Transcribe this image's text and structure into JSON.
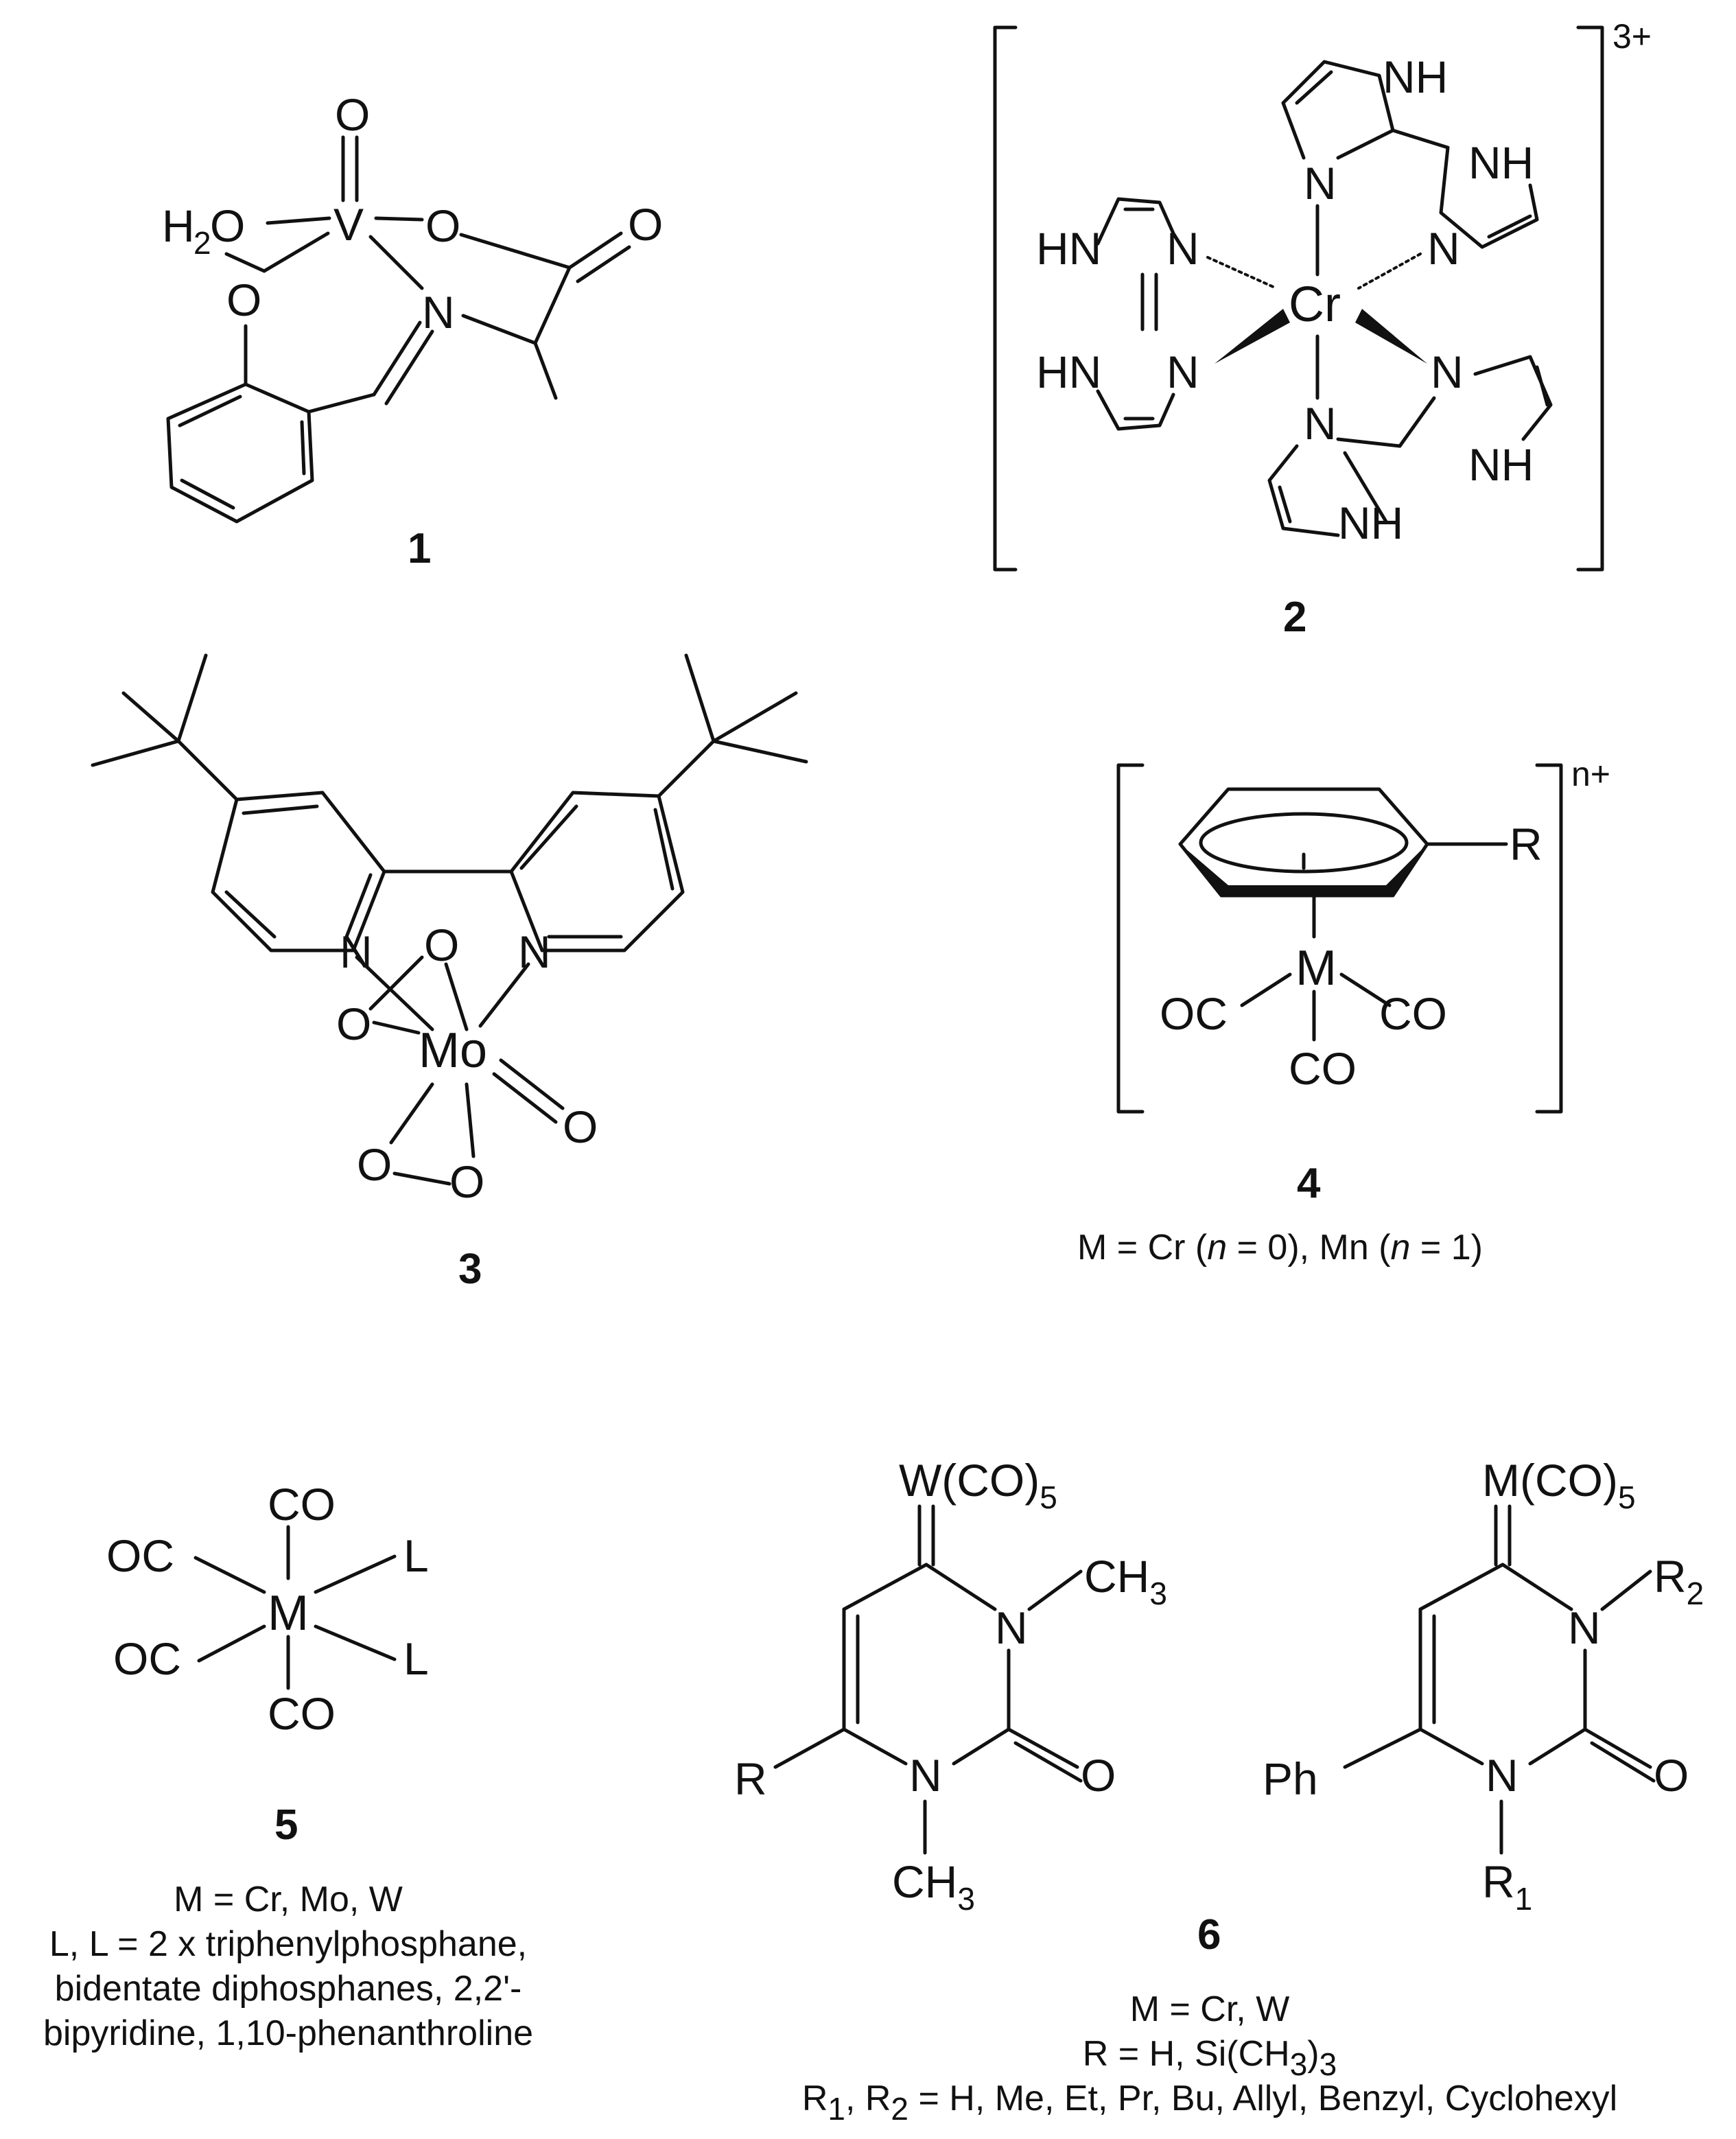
{
  "compounds": [
    {
      "id": "1",
      "label": "1"
    },
    {
      "id": "2",
      "label": "2",
      "charge": "3+"
    },
    {
      "id": "3",
      "label": "3"
    },
    {
      "id": "4",
      "label": "4",
      "charge": "n+",
      "caption": [
        "M = Cr (n = 0), Mn (n = 1)"
      ]
    },
    {
      "id": "5",
      "label": "5",
      "caption": [
        "M = Cr, Mo, W",
        "L, L = 2 x triphenylphosphane,",
        "bidentate diphosphanes, 2,2'-",
        "bipyridine, 1,10-phenanthroline"
      ]
    },
    {
      "id": "6",
      "label": "6",
      "caption": [
        "M = Cr, W",
        "R = H, Si(CH3)3",
        "R1, R2 = H, Me, Et, Pr, Bu, Allyl, Benzyl, Cyclohexyl"
      ]
    }
  ],
  "atoms": {
    "V": "V",
    "O": "O",
    "N": "N",
    "NH": "NH",
    "HN": "HN",
    "Cr": "Cr",
    "Mo": "Mo",
    "M": "M",
    "OC": "OC",
    "CO": "CO",
    "R": "R",
    "L": "L",
    "Ph": "Ph",
    "H2O": "H",
    "H2O_sub": "2",
    "H2O_tail": "O",
    "CH3": "CH",
    "CH3_sub": "3",
    "WCO5": "W(CO)",
    "MCO5": "M(CO)",
    "sub5": "5",
    "R1": "R",
    "R1_sub": "1",
    "R2": "R",
    "R2_sub": "2"
  },
  "caption6_parts": {
    "line2_a": "R = H, Si(CH",
    "line2_sub": "3",
    "line2_b": ")",
    "line2_sub2": "3",
    "line3_a": "R",
    "line3_sub1": "1",
    "line3_b": ", R",
    "line3_sub2": "2",
    "line3_c": " = H, Me, Et, Pr, Bu, Allyl, Benzyl, Cyclohexyl"
  },
  "caption4_parts": {
    "a": "M = Cr (",
    "n": "n",
    "b": " = 0), Mn (",
    "n2": "n",
    "c": " = 1)"
  }
}
